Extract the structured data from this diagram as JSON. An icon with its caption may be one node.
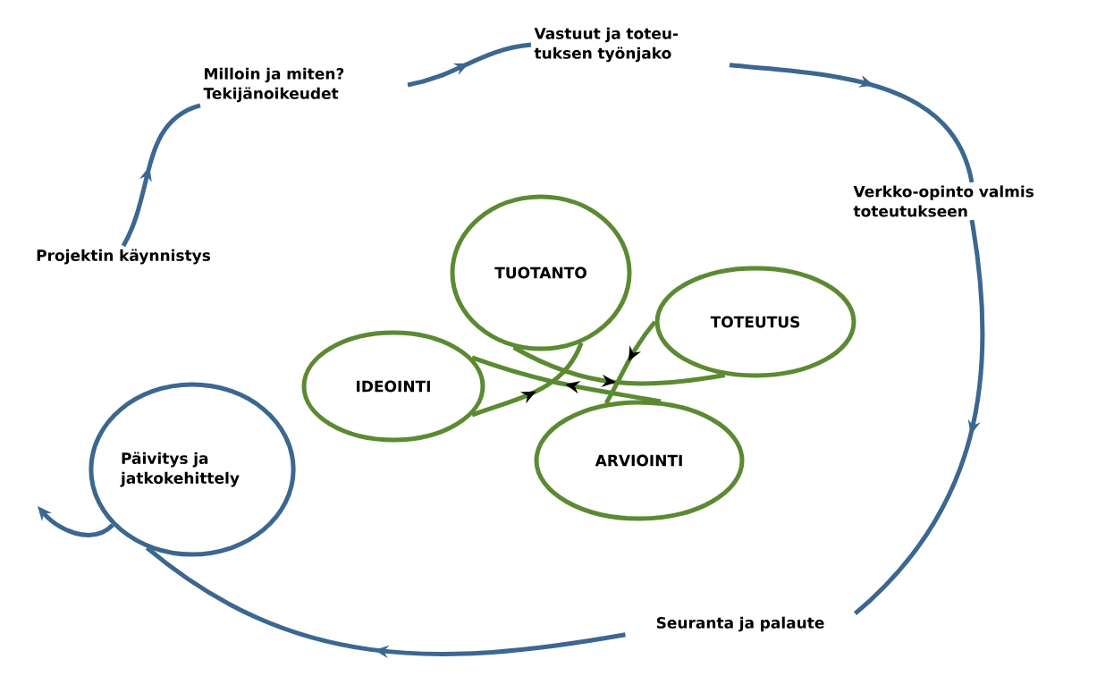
{
  "diagram": {
    "nodes": [
      {
        "text": [
          "Projektin käynnistys"
        ]
      },
      {
        "text": [
          "Milloin ja miten? Tekijänoikeudet"
        ]
      },
      {
        "text": [
          "Vastuut ja toteu-tuksen työnjako"
        ]
      },
      {
        "text": [
          "Verkko-opinto valmis toteutukseen"
        ]
      },
      {
        "text": [
          "Seuranta ja palaute"
        ]
      },
      {
        "text": [
          "Päivitys ja jatkokehittely"
        ]
      },
      {
        "text": [
          "TUOTANTO"
        ]
      },
      {
        "text": [
          "TOTEUTUS"
        ]
      },
      {
        "text": [
          "IDEOINTI"
        ]
      },
      {
        "text": [
          "ARVIOINTI"
        ]
      }
    ],
    "edges": [
      {
        "from": 0,
        "to": 1,
        "arrow": "to"
      },
      {
        "from": 1,
        "to": 2,
        "arrow": "to"
      },
      {
        "from": 2,
        "to": 3,
        "arrow": "to"
      },
      {
        "from": 3,
        "to": 4,
        "arrow": "to"
      },
      {
        "from": 4,
        "to": 5,
        "arrow": "to"
      },
      {
        "from": 5,
        "to": null,
        "arrow": "to"
      },
      {
        "from": 6,
        "to": 7,
        "arrow": "to",
        "color": "#5b8a32"
      },
      {
        "from": 7,
        "to": 9,
        "arrow": "to",
        "color": "#5b8a32"
      },
      {
        "from": 9,
        "to": 8,
        "arrow": "to",
        "color": "#5b8a32"
      },
      {
        "from": 8,
        "to": 6,
        "arrow": "to",
        "color": "#5b8a32"
      }
    ]
  }
}
